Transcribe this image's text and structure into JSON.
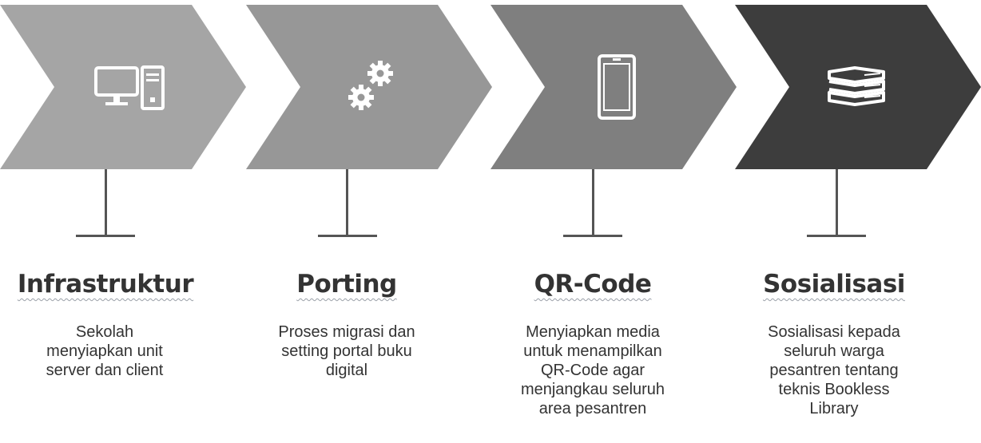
{
  "steps": [
    {
      "title": "Infrastruktur",
      "icon": "desktop-computer-icon",
      "fill": "#a5a5a5",
      "desc": [
        "Sekolah",
        "menyiapkan unit",
        "server dan client"
      ]
    },
    {
      "title": "Porting",
      "icon": "gears-icon",
      "fill": "#979797",
      "desc": [
        "Proses migrasi dan",
        "setting portal buku",
        "digital"
      ]
    },
    {
      "title": "QR-Code",
      "icon": "smartphone-icon",
      "fill": "#7f7f7f",
      "desc": [
        "Menyiapkan media",
        "untuk menampilkan",
        "QR-Code agar",
        "menjangkau seluruh",
        "area pesantren"
      ]
    },
    {
      "title": "Sosialisasi",
      "icon": "books-icon",
      "fill": "#3d3d3d",
      "desc": [
        "Sosialisasi kepada",
        "seluruh warga",
        "pesantren tentang",
        "teknis Bookless",
        "Library"
      ]
    }
  ],
  "colors": {
    "icon_white": "#ffffff",
    "connector": "#555555",
    "text": "#333333"
  }
}
